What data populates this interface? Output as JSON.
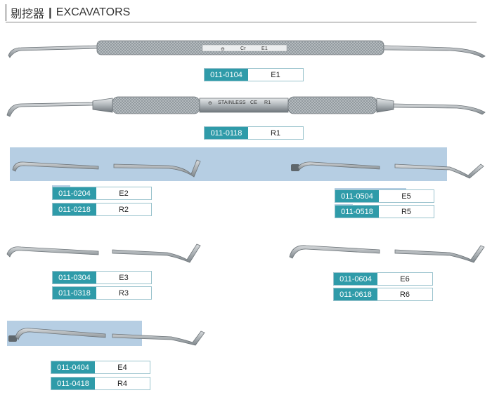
{
  "header": {
    "title_zh": "剔挖器",
    "separator": "|",
    "title_en": "EXCAVATORS"
  },
  "colors": {
    "code_background": "#2f9ba9",
    "highlight": "#6e9ec8",
    "steel": "#8c9398"
  },
  "instruments": [
    {
      "code": "011-0104",
      "model": "E1",
      "handle_marks": [
        "Cr",
        "E1"
      ]
    },
    {
      "code": "011-0118",
      "model": "R1",
      "handle_marks": [
        "STAINLESS",
        "CE",
        "R1"
      ]
    }
  ],
  "tags": [
    {
      "code": "011-0204",
      "model": "E2"
    },
    {
      "code": "011-0218",
      "model": "R2"
    },
    {
      "code": "011-0504",
      "model": "E5"
    },
    {
      "code": "011-0518",
      "model": "R5"
    },
    {
      "code": "011-0304",
      "model": "E3"
    },
    {
      "code": "011-0318",
      "model": "R3"
    },
    {
      "code": "011-0604",
      "model": "E6"
    },
    {
      "code": "011-0618",
      "model": "R6"
    },
    {
      "code": "011-0404",
      "model": "E4"
    },
    {
      "code": "011-0418",
      "model": "R4"
    }
  ]
}
